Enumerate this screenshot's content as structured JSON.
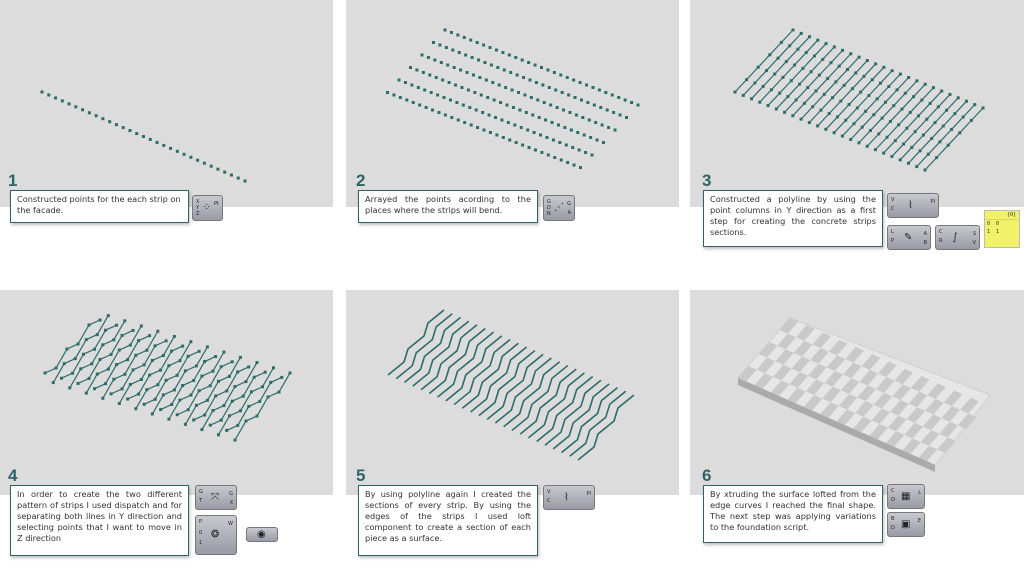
{
  "colors": {
    "background_panel": "#dcdcdc",
    "accent": "#2e6467",
    "points": "#2e6b6b",
    "surface": "#e8e8e8",
    "yellow_panel": "#f1f26a"
  },
  "steps": [
    {
      "number": "1",
      "caption": "Constructed points for the each strip on the facade.",
      "components": [
        {
          "icon": "construct-point-icon",
          "inputs": [
            "X",
            "Y",
            "Z"
          ],
          "outputs": [
            "Pt"
          ]
        }
      ]
    },
    {
      "number": "2",
      "caption": "Arrayed the points acording to the places where the strips will bend.",
      "components": [
        {
          "icon": "linear-array-icon",
          "inputs": [
            "G",
            "D",
            "N"
          ],
          "outputs": [
            "G",
            "A"
          ]
        }
      ]
    },
    {
      "number": "3",
      "caption": "Constructed a polyline by using the point columns in Y direction as a first step for creating the concrete strips sections.",
      "components": [
        {
          "icon": "polyline-icon",
          "inputs": [
            "V",
            "C"
          ],
          "outputs": [
            "Pl"
          ]
        },
        {
          "icon": "line-icon",
          "inputs": [
            "L",
            "P"
          ],
          "outputs": [
            "A",
            "B"
          ]
        },
        {
          "icon": "curve-icon",
          "inputs": [
            "C",
            "R"
          ],
          "outputs": [
            "S",
            "V"
          ]
        }
      ],
      "panel": {
        "header": "{0}",
        "rows": [
          "0  0",
          "1  1"
        ]
      }
    },
    {
      "number": "4",
      "caption": "In order to create the two different pattern of strips I used dispatch and for separating both lines in Y direction and selecting points that I want to move in Z direction",
      "components": [
        {
          "icon": "dispatch-icon",
          "inputs": [
            "G",
            "T"
          ],
          "outputs": [
            "G",
            "X"
          ]
        },
        {
          "icon": "weave-icon",
          "inputs": [
            "P",
            "0",
            "1"
          ],
          "outputs": [
            "W"
          ]
        },
        {
          "icon": "move-icon",
          "inputs": [],
          "outputs": []
        }
      ]
    },
    {
      "number": "5",
      "caption": "By using polyline again I created the sections of every strip. By using the edges of the strips I used loft component to create a section of each piece as a surface.",
      "components": [
        {
          "icon": "polyline-icon",
          "inputs": [
            "V",
            "C"
          ],
          "outputs": [
            "Pl"
          ]
        }
      ]
    },
    {
      "number": "6",
      "caption": "By xtruding the surface lofted from the edge curves I reached the final shape. The next step was applying variations to the foundation script.",
      "components": [
        {
          "icon": "loft-icon",
          "inputs": [
            "C",
            "O"
          ],
          "outputs": [
            "L"
          ]
        },
        {
          "icon": "extrude-icon",
          "inputs": [
            "B",
            "D"
          ],
          "outputs": [
            "E"
          ]
        }
      ]
    }
  ]
}
